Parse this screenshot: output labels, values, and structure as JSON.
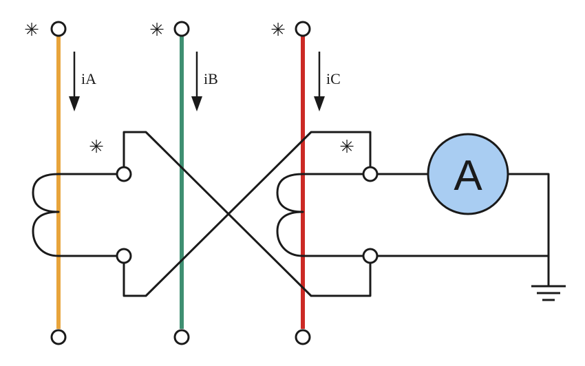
{
  "colors": {
    "phase_a": "#e8a43c",
    "phase_b": "#3f8f72",
    "phase_c": "#cc2a25",
    "meter_fill": "#a9cdf2",
    "wire": "#1a1a1a"
  },
  "polarity_mark": "✳",
  "phases": [
    {
      "current_label": "iA"
    },
    {
      "current_label": "iB"
    },
    {
      "current_label": "iC"
    }
  ],
  "meter": {
    "label": "A",
    "icon": "ammeter-icon"
  },
  "ground": {
    "icon": "ground-icon"
  }
}
